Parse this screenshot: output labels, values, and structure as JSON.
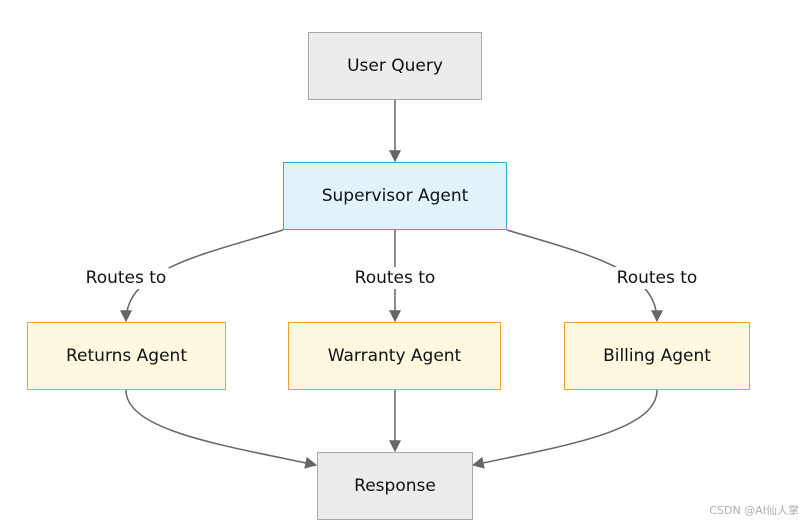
{
  "nodes": {
    "user_query": "User Query",
    "supervisor": "Supervisor Agent",
    "returns": "Returns Agent",
    "warranty": "Warranty Agent",
    "billing": "Billing Agent",
    "response": "Response"
  },
  "edge_labels": {
    "to_returns": "Routes to",
    "to_warranty": "Routes to",
    "to_billing": "Routes to"
  },
  "colors": {
    "gray_fill": "#ececec",
    "gray_stroke": "#a8a8a8",
    "blue_fill": "#e1f4fd",
    "blue_stroke": "#38a9df",
    "yellow_fill": "#fef8e0",
    "yellow_stroke": "#ef9f34",
    "edge": "#666666"
  },
  "watermark": "CSDN @AI仙人掌"
}
